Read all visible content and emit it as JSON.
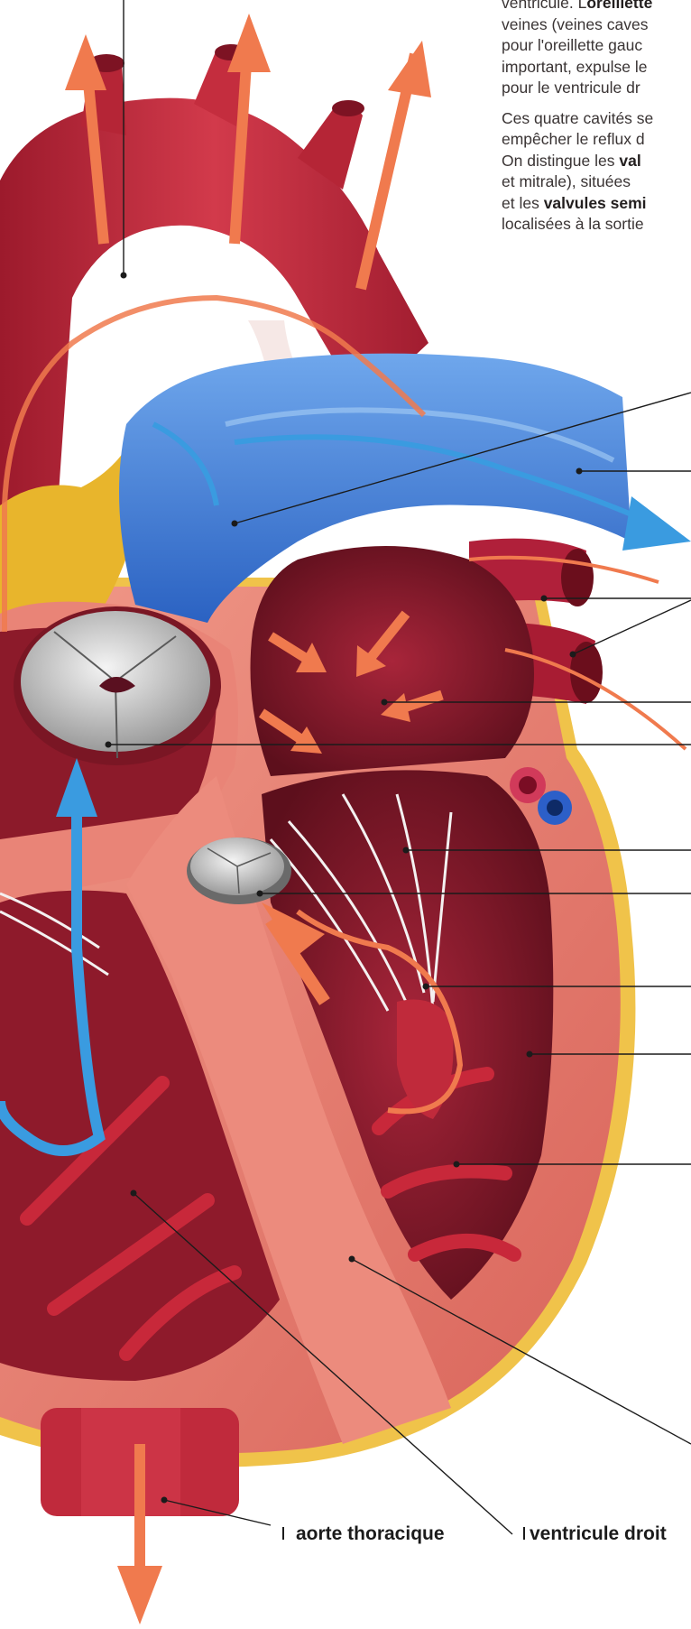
{
  "text_block": {
    "p1": [
      {
        "t": "ventricule. L",
        "b": false
      },
      {
        "t": "oreillette",
        "b": true
      },
      {
        "t": "veines (veines caves",
        "b": false,
        "br": true
      },
      {
        "t": "pour l'oreillette gauc",
        "b": false,
        "br": true
      },
      {
        "t": "important, expulse le",
        "b": false,
        "br": true
      },
      {
        "t": "pour le ventricule dr",
        "b": false,
        "br": true
      }
    ],
    "p2": [
      {
        "t": "Ces quatre cavités se",
        "b": false
      },
      {
        "t": "empêcher le reflux d",
        "b": false,
        "br": true
      },
      {
        "t": "On distingue les ",
        "b": false,
        "br": true
      },
      {
        "t": "val",
        "b": true
      },
      {
        "t": "et mitrale), situées ",
        "b": false,
        "br": true
      },
      {
        "t": "et les ",
        "b": false,
        "br": true
      },
      {
        "t": "valvules semi",
        "b": true
      },
      {
        "t": "localisées à la sortie",
        "b": false,
        "br": true
      }
    ]
  },
  "labels": {
    "aorte_thoracique": "aorte thoracique",
    "ventricule_droit": "ventricule droit"
  },
  "colors": {
    "aorta_red": "#c22a3b",
    "artery_blue": "#3f7fd6",
    "flow_orange": "#f07a4e",
    "flow_blue": "#3a9be0",
    "muscle_pink": "#e98477",
    "chamber_dark": "#7a1624",
    "valve_grey": "#cfcfcf",
    "fat_yellow": "#e8b52c"
  }
}
